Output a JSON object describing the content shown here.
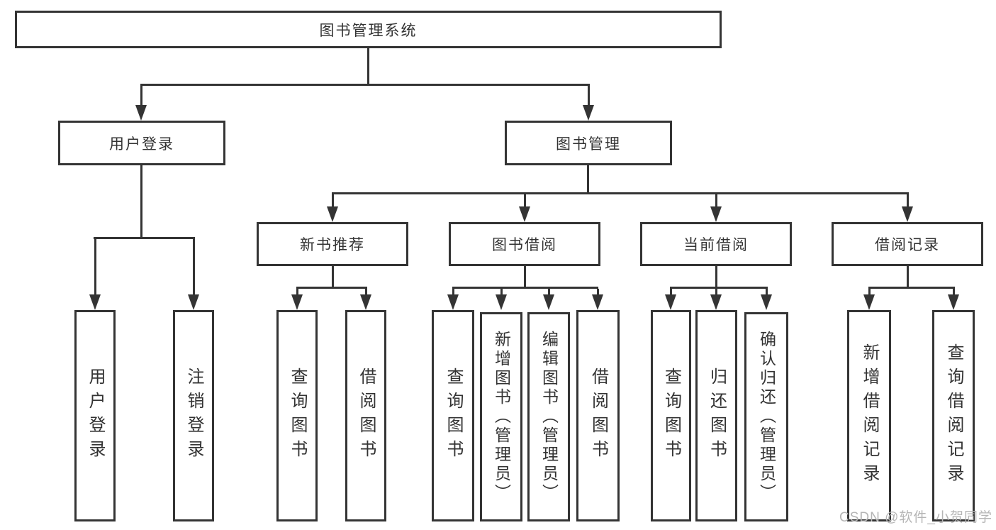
{
  "diagram": {
    "root": {
      "label": "图书管理系统"
    },
    "level2": [
      {
        "id": "user-login",
        "label": "用户登录"
      },
      {
        "id": "book-management",
        "label": "图书管理"
      }
    ],
    "level3": [
      {
        "id": "new-book-recommendation",
        "label": "新书推荐",
        "parent": "图书管理"
      },
      {
        "id": "book-borrowing",
        "label": "图书借阅",
        "parent": "图书管理"
      },
      {
        "id": "current-borrowing",
        "label": "当前借阅",
        "parent": "图书管理"
      },
      {
        "id": "borrowing-records",
        "label": "借阅记录",
        "parent": "图书管理"
      }
    ],
    "leaves": [
      {
        "label": "用户登录",
        "parent": "用户登录"
      },
      {
        "label": "注销登录",
        "parent": "用户登录"
      },
      {
        "label": "查询图书",
        "parent": "新书推荐"
      },
      {
        "label": "借阅图书",
        "parent": "新书推荐"
      },
      {
        "label": "查询图书",
        "parent": "图书借阅"
      },
      {
        "label": "新增图书（管理员）",
        "parent": "图书借阅"
      },
      {
        "label": "编辑图书（管理员）",
        "parent": "图书借阅"
      },
      {
        "label": "借阅图书",
        "parent": "图书借阅"
      },
      {
        "label": "查询图书",
        "parent": "当前借阅"
      },
      {
        "label": "归还图书",
        "parent": "当前借阅"
      },
      {
        "label": "确认归还（管理员）",
        "parent": "当前借阅"
      },
      {
        "label": "新增借阅记录",
        "parent": "借阅记录"
      },
      {
        "label": "查询借阅记录",
        "parent": "借阅记录"
      }
    ],
    "watermark": "CSDN @软件_小贺同学",
    "colors": {
      "line": "#343434",
      "text": "#333333",
      "watermark": "#b5b5b5",
      "bg": "#ffffff"
    }
  }
}
